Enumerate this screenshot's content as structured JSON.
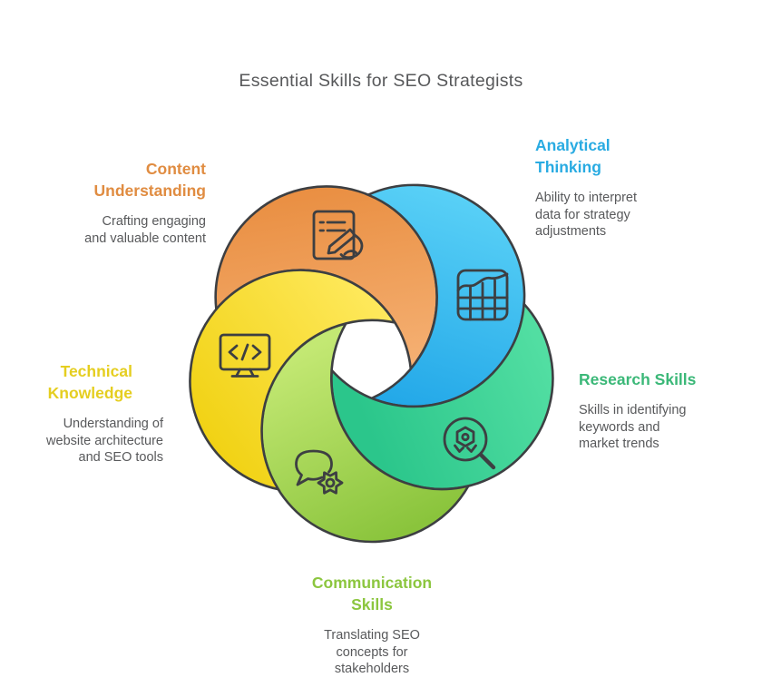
{
  "title": "Essential Skills for SEO Strategists",
  "colors": {
    "title_text": "#57585A",
    "body_text": "#58595B",
    "outline": "#3D3F42",
    "background": "#FFFFFF"
  },
  "skills": [
    {
      "id": "content-understanding",
      "label": "Content\nUnderstanding",
      "description": "Crafting engaging\nand valuable content",
      "color": "#E08C41",
      "icon": "content-writing-icon",
      "gradient": {
        "from": "#E98E41",
        "to": "#F6B377"
      }
    },
    {
      "id": "analytical-thinking",
      "label": "Analytical\nThinking",
      "description": "Ability to interpret\ndata for strategy\nadjustments",
      "color": "#29ABE2",
      "icon": "analytics-chart-icon",
      "gradient": {
        "from": "#5BD2F7",
        "to": "#23A8E8"
      }
    },
    {
      "id": "research-skills",
      "label": "Research Skills",
      "description": "Skills in identifying\nkeywords and\nmarket trends",
      "color": "#3BB878",
      "icon": "research-magnifier-icon",
      "gradient": {
        "from": "#55E0A4",
        "to": "#2BC68B"
      }
    },
    {
      "id": "communication-skills",
      "label": "Communication\nSkills",
      "description": "Translating SEO\nconcepts for\nstakeholders",
      "color": "#8CC63F",
      "icon": "communication-speech-gear-icon",
      "gradient": {
        "from": "#C3E873",
        "to": "#8AC43C"
      }
    },
    {
      "id": "technical-knowledge",
      "label": "Technical\nKnowledge",
      "description": "Understanding of\nwebsite architecture\nand SEO tools",
      "color": "#E5CE20",
      "icon": "technical-monitor-code-icon",
      "gradient": {
        "from": "#FFEA60",
        "to": "#F1D214"
      }
    }
  ]
}
